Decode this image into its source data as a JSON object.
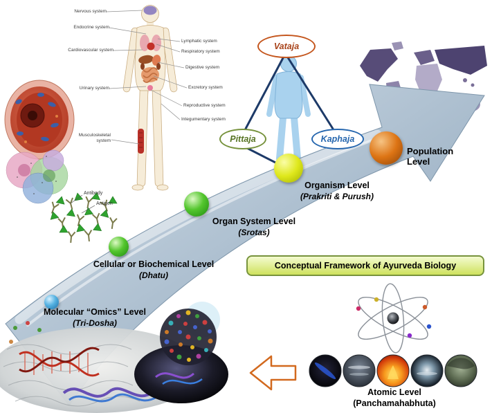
{
  "title_box": {
    "label": "Conceptual Framework of Ayurveda Biology",
    "bg_top": "#f4fbd0",
    "bg_bottom": "#cfe25e",
    "border": "#77933c"
  },
  "levels": [
    {
      "name": "Molecular “Omics” Level",
      "sub": "(Tri-Dosha)",
      "sphere_color": "#55b2e2"
    },
    {
      "name": "Cellular or Biochemical Level",
      "sub": "(Dhatu)",
      "sphere_color": "#54c62e"
    },
    {
      "name": "Organ System Level",
      "sub": "(Srotas)",
      "sphere_color": "#54c62e"
    },
    {
      "name": "Organism Level",
      "sub": "(Prakriti & Purush)",
      "sphere_color": "#dfe81c"
    },
    {
      "name": "Population Level",
      "sub": "",
      "sphere_color": "#dd7414"
    }
  ],
  "doshas": {
    "vataja": {
      "label": "Vataja",
      "color": "#c4551c"
    },
    "pittaja": {
      "label": "Pittaja",
      "color": "#76923c"
    },
    "kaphaja": {
      "label": "Kaphaja",
      "color": "#2566ae"
    }
  },
  "anatomy": {
    "left": [
      "Nervous system",
      "Endocrine system",
      "Cardiovascular system",
      "Urinary system",
      "Musculoskeletal system"
    ],
    "right": [
      "Lymphatic system",
      "Respiratory system",
      "Digestive system",
      "Excretory system",
      "Reproductive system",
      "Integumentary system"
    ]
  },
  "immunology": {
    "antibody": "Antibody",
    "antigen": "Antigen"
  },
  "atomic": {
    "name": "Atomic Level",
    "sub": "(Panchamahabhuta)"
  },
  "arrow_color": "#a9bccd",
  "triangle_color": "#1d3a68"
}
